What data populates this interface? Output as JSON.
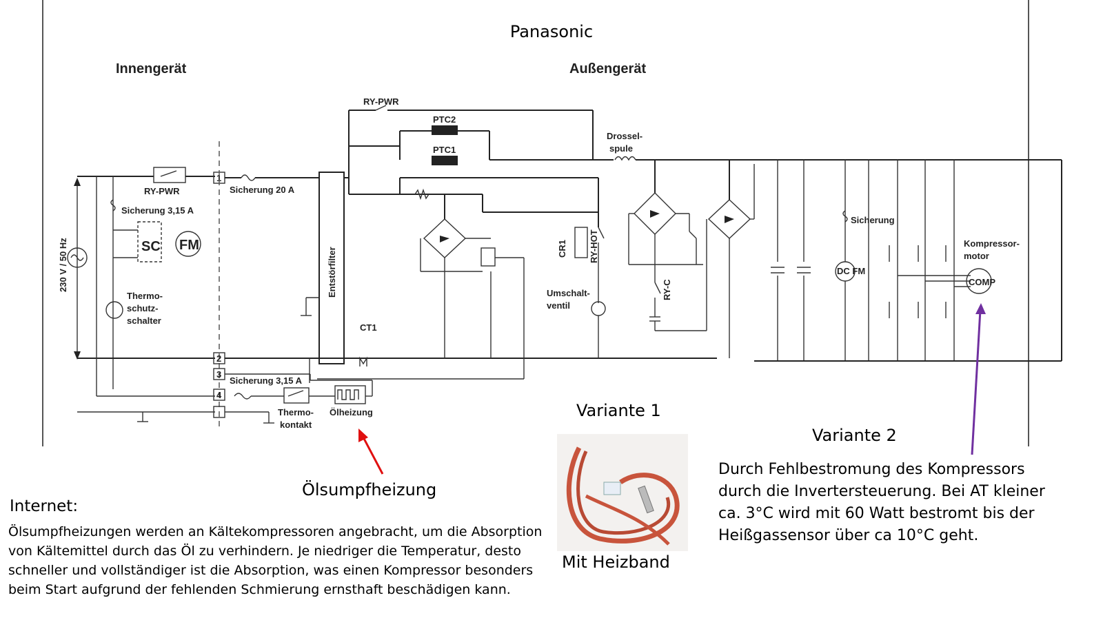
{
  "title": "Panasonic",
  "sections": {
    "indoor": "Innengerät",
    "outdoor": "Außengerät"
  },
  "schematic_labels": {
    "supply": "230 V / 50 Hz",
    "ry_pwr": "RY-PWR",
    "fuse_20a": "Sicherung 20 A",
    "fuse_315a": "Sicherung 3,15 A",
    "sc": "SC",
    "fm": "FM",
    "thermal_switch": [
      "Thermo-",
      "schutz-",
      "schalter"
    ],
    "emi_filter": "Entstörfilter",
    "ct1": "CT1",
    "ptc2": "PTC2",
    "ptc1": "PTC1",
    "choke": [
      "Drossel-",
      "spule"
    ],
    "cr1": "CR1",
    "ry_hot": "RY-HOT",
    "valve": [
      "Umschalt-",
      "ventil"
    ],
    "ry_c": "RY-C",
    "fuse": "Sicherung",
    "dc_fm": "DC FM",
    "compressor_motor": [
      "Kompressor-",
      "motor"
    ],
    "comp": "COMP",
    "fuse_oil": "Sicherung 3,15 A",
    "thermo_contact": [
      "Thermo-",
      "kontakt"
    ],
    "oil_heater": "Ölheizung",
    "terminal_1": "1",
    "terminal_2": "2",
    "terminal_3": "3",
    "terminal_4": "4"
  },
  "annotations": {
    "oil_sump_heater": "Ölsumpfheizung",
    "variant1": "Variante 1",
    "variant1_caption": "Mit Heizband",
    "variant2": "Variante 2",
    "variant2_text": "Durch Fehlbestromung des Kompressors durch die Invertersteuerung. Bei AT kleiner ca. 3°C wird mit 60 Watt bestromt bis der Heißgassensor über ca 10°C geht.",
    "internet_heading": "Internet:",
    "internet_text": "Ölsumpfheizungen werden an Kältekompressoren angebracht, um die Absorption von Kältemittel durch das Öl zu verhindern. Je niedriger die Temperatur, desto schneller und vollständiger ist die Absorption, was einen Kompressor besonders beim Start aufgrund der fehlenden Schmierung ernsthaft beschädigen kann."
  },
  "colors": {
    "arrow_red": "#e01010",
    "arrow_purple": "#7030a0",
    "heater_band": "#c8543c"
  }
}
